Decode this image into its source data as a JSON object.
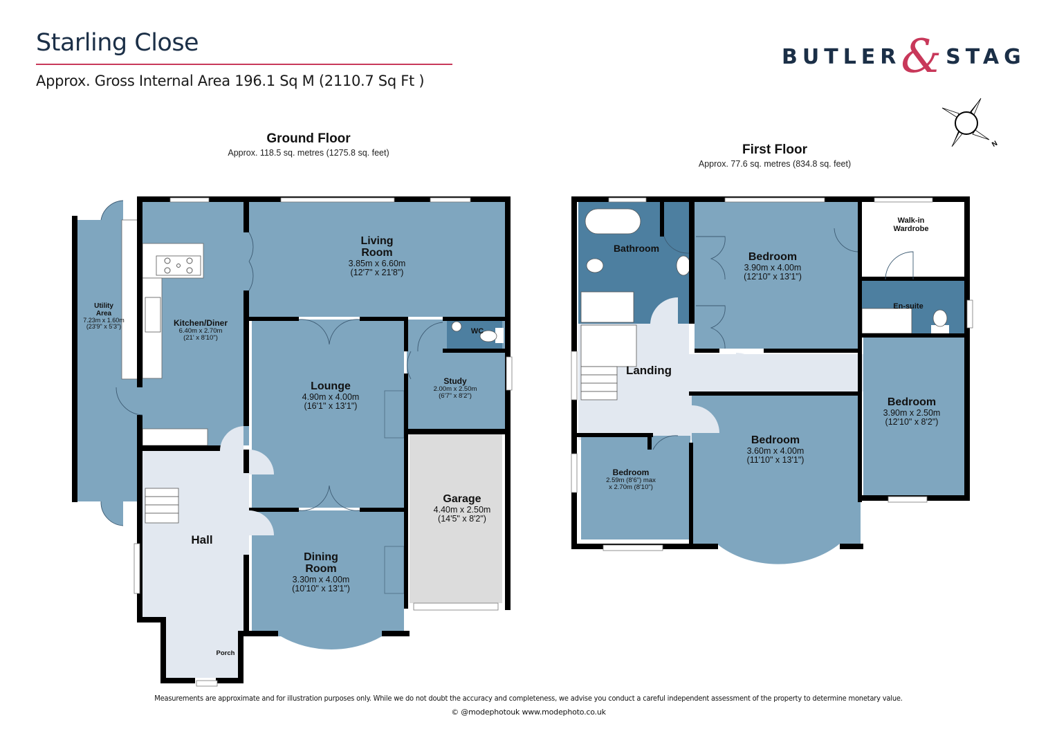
{
  "header": {
    "title": "Starling Close",
    "subtitle": "Approx. Gross Internal Area 196.1 Sq M (2110.7 Sq Ft )"
  },
  "logo": {
    "left_word": "BUTLER",
    "ampersand": "&",
    "right_word": "STAG",
    "colors": {
      "text": "#1b2f47",
      "ampersand": "#c8385a"
    }
  },
  "compass": {
    "icon": "compass-rose-icon",
    "north_label": "N"
  },
  "colors": {
    "room_fill": "#7fa6bf",
    "wet_room_fill": "#4d7fa0",
    "hall_fill": "#e2e8f0",
    "garage_fill": "#dcdcdc",
    "wall": "#000000",
    "accent_rule": "#c8385a"
  },
  "ground_floor": {
    "heading": "Ground Floor",
    "area": "Approx. 118.5 sq. metres (1275.8 sq. feet)",
    "rooms": [
      {
        "name": "Utility\nArea",
        "line1": "Utility",
        "line2": "Area",
        "dims_m": "7.23m x 1.60m",
        "dims_ft": "(23'9\" x 5'3\")"
      },
      {
        "name": "Kitchen/Diner",
        "dims_m": "6.40m x 2.70m",
        "dims_ft": "(21' x 8'10\")"
      },
      {
        "name": "Living Room",
        "line1": "Living",
        "line2": "Room",
        "dims_m": "3.85m x 6.60m",
        "dims_ft": "(12'7\" x 21'8\")"
      },
      {
        "name": "WC"
      },
      {
        "name": "Study",
        "dims_m": "2.00m x 2.50m",
        "dims_ft": "(6'7\" x 8'2\")"
      },
      {
        "name": "Lounge",
        "dims_m": "4.90m x 4.00m",
        "dims_ft": "(16'1\" x 13'1\")"
      },
      {
        "name": "Garage",
        "dims_m": "4.40m x 2.50m",
        "dims_ft": "(14'5\" x 8'2\")"
      },
      {
        "name": "Hall"
      },
      {
        "name": "Dining Room",
        "line1": "Dining",
        "line2": "Room",
        "dims_m": "3.30m x 4.00m",
        "dims_ft": "(10'10\" x 13'1\")"
      },
      {
        "name": "Porch"
      }
    ]
  },
  "first_floor": {
    "heading": "First Floor",
    "area": "Approx. 77.6 sq. metres (834.8 sq. feet)",
    "rooms": [
      {
        "name": "Bathroom"
      },
      {
        "name": "Bedroom",
        "dims_m": "3.90m x 4.00m",
        "dims_ft": "(12'10\" x 13'1\")"
      },
      {
        "name": "Walk-in Wardrobe",
        "line1": "Walk-in",
        "line2": "Wardrobe"
      },
      {
        "name": "En-suite"
      },
      {
        "name": "Landing"
      },
      {
        "name": "Bedroom",
        "dims_m": "3.90m x 2.50m",
        "dims_ft": "(12'10\" x 8'2\")"
      },
      {
        "name": "Bedroom",
        "dims_m": "3.60m x 4.00m",
        "dims_ft": "(11'10\" x 13'1\")"
      },
      {
        "name": "Bedroom",
        "dims_m": "2.59m (8'6\") max",
        "dims_ft": "x 2.70m (8'10\")"
      }
    ]
  },
  "footer": {
    "disclaimer": "Measurements are approximate and for illustration purposes only.  While we do not doubt the accuracy and completeness, we advise you conduct a careful independent assessment of the property to determine monetary value.",
    "credit": "© @modephotouk www.modephoto.co.uk"
  }
}
